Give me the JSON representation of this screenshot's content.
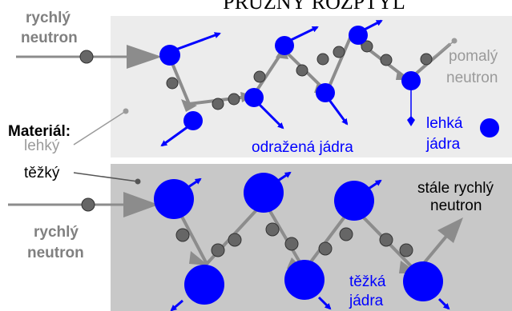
{
  "title": "PRUŽNÝ ROZPTYL",
  "labels": {
    "fast_neutron_top_line1": "rychlý",
    "fast_neutron_top_line2": "neutron",
    "material": "Materiál:",
    "light": "lehký",
    "heavy": "těžký",
    "slow_neutron_line1": "pomalý",
    "slow_neutron_line2": "neutron",
    "recoil_nuclei": "odražená jádra",
    "light_nuclei_line1": "lehká",
    "light_nuclei_line2": "jádra",
    "still_fast_line1": "stále rychlý",
    "still_fast_line2": "neutron",
    "fast_neutron_bottom_line1": "rychlý",
    "fast_neutron_bottom_line2": "neutron",
    "heavy_nuclei_line1": "těžká",
    "heavy_nuclei_line2": "jádra"
  },
  "colors": {
    "nucleus": "#0000ff",
    "neutron": "#666666",
    "light_region": "#ececec",
    "heavy_region": "#c8c8c8",
    "path_arrow": "#8c8c8c",
    "label_dark": "#000000",
    "label_gray": "#9a9a9a",
    "label_blue": "#0000ff",
    "label_bold_gray": "#808080"
  }
}
